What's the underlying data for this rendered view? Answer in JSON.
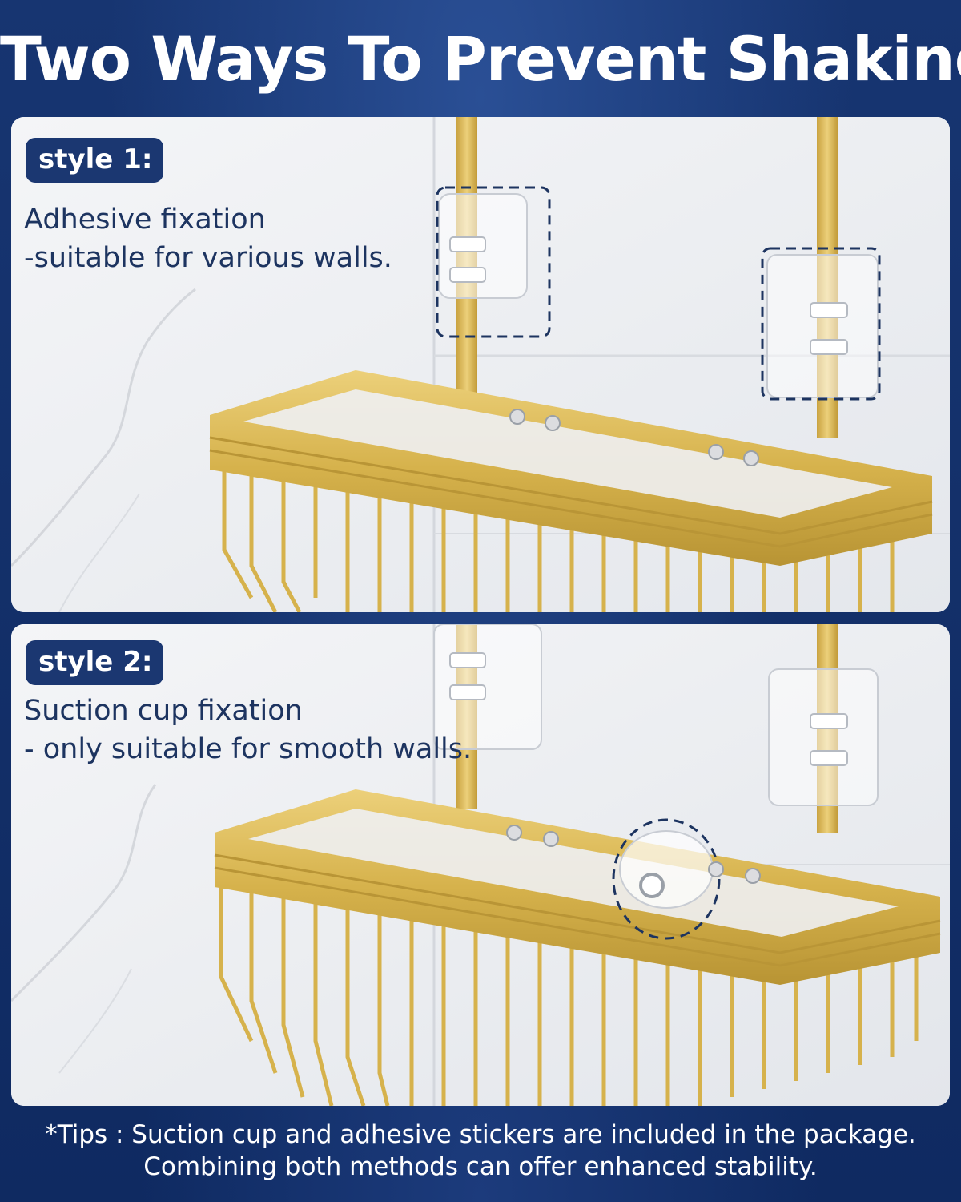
{
  "headline": "Two Ways To Prevent Shaking",
  "styles": [
    {
      "badge": "style 1:",
      "lines": [
        "Adhesive fixation",
        "-suitable for various walls."
      ]
    },
    {
      "badge": "style 2:",
      "lines": [
        "Suction cup fixation",
        "- only suitable for smooth walls."
      ]
    }
  ],
  "tips": {
    "line1": "*Tips : Suction cup and adhesive stickers are included in the package.",
    "line2": "Combining both methods can offer enhanced stability."
  },
  "colors": {
    "background": "#14306b",
    "badge": "#1b3771",
    "gold": "#d9b54f",
    "text_dark": "#1d3460"
  }
}
